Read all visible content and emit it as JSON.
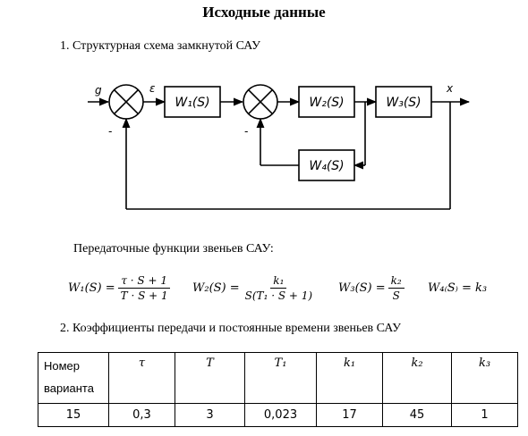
{
  "title": "Исходные данные",
  "section1": "1. Структурная схема замкнутой САУ",
  "diagram": {
    "labels": {
      "g": "g",
      "e": "ε",
      "x": "x",
      "minus1": "-",
      "minus2": "-"
    },
    "blocks": {
      "w1": "W₁(S)",
      "w2": "W₂(S)",
      "w3": "W₃(S)",
      "w4": "W₄(S)"
    }
  },
  "tf_title": "Передаточные функции звеньев САУ:",
  "formulas": {
    "w1_lhs": "W₁(S) =",
    "w1_num": "τ · S + 1",
    "w1_den": "T · S + 1",
    "w2_lhs": "W₂(S) =",
    "w2_num": "k₁",
    "w2_den": "S(T₁ · S + 1)",
    "w3_lhs": "W₃(S) =",
    "w3_num": "k₂",
    "w3_den": "S",
    "w4": "W₄₍S₎ = k₃"
  },
  "section2": "2. Коэффициенты передачи и постоянные времени звеньев САУ",
  "table": {
    "headers": [
      "Номер варианта",
      "τ",
      "T",
      "T₁",
      "k₁",
      "k₂",
      "k₃"
    ],
    "row": [
      "15",
      "0,3",
      "3",
      "0,023",
      "17",
      "45",
      "1"
    ]
  }
}
